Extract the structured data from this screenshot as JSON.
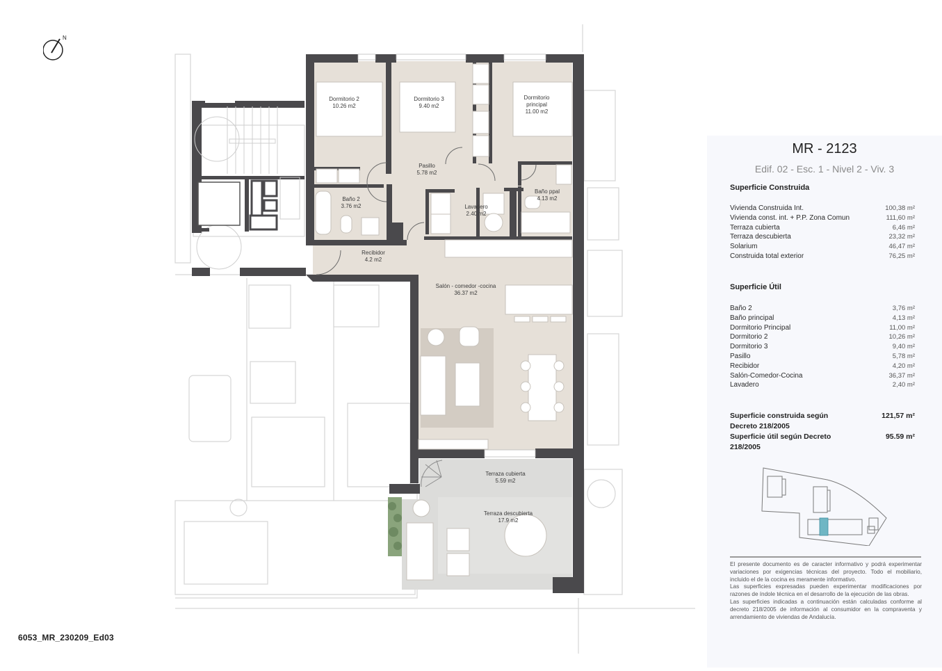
{
  "document": {
    "code": "6053_MR_230209_Ed03",
    "north_label": "N"
  },
  "floorplan": {
    "rooms": [
      {
        "name": "Dormitorio 2",
        "area": "10.26 m2"
      },
      {
        "name": "Dormitorio 3",
        "area": "9.40 m2"
      },
      {
        "name": "Dormitorio principal",
        "area": "11.00 m2"
      },
      {
        "name": "Pasillo",
        "area": "5.78 m2"
      },
      {
        "name": "Baño 2",
        "area": "3.76 m2"
      },
      {
        "name": "Lavadero",
        "area": "2.40 m2"
      },
      {
        "name": "Baño ppal",
        "area": "4.13 m2"
      },
      {
        "name": "Recibidor",
        "area": "4.2 m2"
      },
      {
        "name": "Salón - comedor -cocina",
        "area": "36.37 m2"
      },
      {
        "name": "Terraza cubierta",
        "area": "5.59 m2"
      },
      {
        "name": "Terraza descubierta",
        "area": "17.9 m2"
      }
    ],
    "colors": {
      "wall": "#4a494c",
      "floor": "#e6e0d8",
      "terrace": "#dcdcda",
      "ghost": "#d8d8d8",
      "highlight": "#6fb6c4"
    }
  },
  "panel": {
    "title": "MR - 2123",
    "subtitle": "Edif. 02 - Esc. 1  - Nivel 2 - Viv. 3",
    "construida": {
      "heading": "Superficie Construida",
      "rows": [
        {
          "label": "Vivienda Construida Int.",
          "value": "100,38 m²"
        },
        {
          "label": "Vivienda const. int. + P.P. Zona Comun",
          "value": "111,60 m²"
        },
        {
          "label": "Terraza cubierta",
          "value": "6,46 m²"
        },
        {
          "label": "Terraza descubierta",
          "value": "23,32 m²"
        },
        {
          "label": "Solarium",
          "value": "46,47 m²"
        },
        {
          "label": "Construida total exterior",
          "value": "76,25 m²"
        }
      ]
    },
    "util": {
      "heading": "Superficie Útil",
      "rows": [
        {
          "label": "Baño  2",
          "value": "3,76 m²"
        },
        {
          "label": "Baño principal",
          "value": "4,13 m²"
        },
        {
          "label": "Dormitorio Principal",
          "value": "11,00 m²"
        },
        {
          "label": "Dormitorio 2",
          "value": "10,26 m²"
        },
        {
          "label": "Dormitorio 3",
          "value": "9,40 m²"
        },
        {
          "label": "Pasillo",
          "value": "5,78 m²"
        },
        {
          "label": "Recibidor",
          "value": "4,20 m²"
        },
        {
          "label": "Salón-Comedor-Cocina",
          "value": "36,37 m²"
        },
        {
          "label": "Lavadero",
          "value": "2,40 m²"
        }
      ]
    },
    "totals": [
      {
        "label": "Superficie construida según Decreto 218/2005",
        "value": "121,57 m²"
      },
      {
        "label": "Superficie útil según Decreto 218/2005",
        "value": "95.59 m²"
      }
    ],
    "disclaimer": [
      "El presente documento es de caracter informativo y podrá experimentar variaciones por exigencias técnicas del proyecto. Todo el mobiliario, incluido el de la cocina es meramente informativo.",
      "Las superficies expresadas pueden experimentar modificaciones por razones de índole técnica en el desarrollo de la ejecución de las obras.",
      "Las superficies indicadas a continuación están calculadas conforme al decreto 218/2005 de información al consumidor en la compraventa y arrendamiento de viviendas de Andalucía."
    ]
  }
}
